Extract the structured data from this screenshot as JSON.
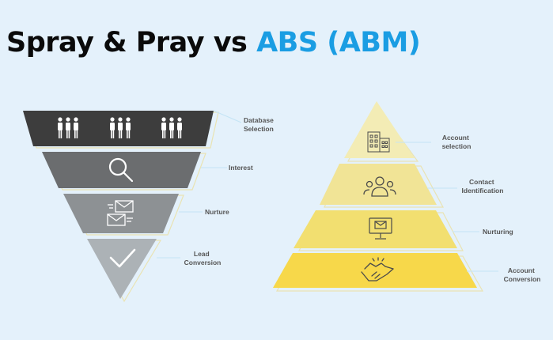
{
  "title": {
    "main": "Spray & Pray vs ",
    "accent": "ABS (ABM)"
  },
  "left_funnel": {
    "stages": [
      {
        "label_lines": [
          "Database",
          "Selection"
        ],
        "icon": "people-group-icon",
        "color": "#3d3d3d"
      },
      {
        "label_lines": [
          "Interest"
        ],
        "icon": "magnifier-icon",
        "color": "#6b6d6f"
      },
      {
        "label_lines": [
          "Nurture"
        ],
        "icon": "envelopes-icon",
        "color": "#8d9194"
      },
      {
        "label_lines": [
          "Lead",
          "Conversion"
        ],
        "icon": "checkmark-icon",
        "color": "#acb2b6"
      }
    ]
  },
  "right_pyramid": {
    "stages": [
      {
        "label_lines": [
          "Account",
          "selection"
        ],
        "icon": "building-icon",
        "color": "#f3ecb5"
      },
      {
        "label_lines": [
          "Contact",
          "Identification"
        ],
        "icon": "contacts-icon",
        "color": "#f1e496"
      },
      {
        "label_lines": [
          "Nurturing"
        ],
        "icon": "monitor-mail-icon",
        "color": "#f2df70"
      },
      {
        "label_lines": [
          "Account",
          "Conversion"
        ],
        "icon": "handshake-icon",
        "color": "#f7d84a"
      }
    ]
  }
}
